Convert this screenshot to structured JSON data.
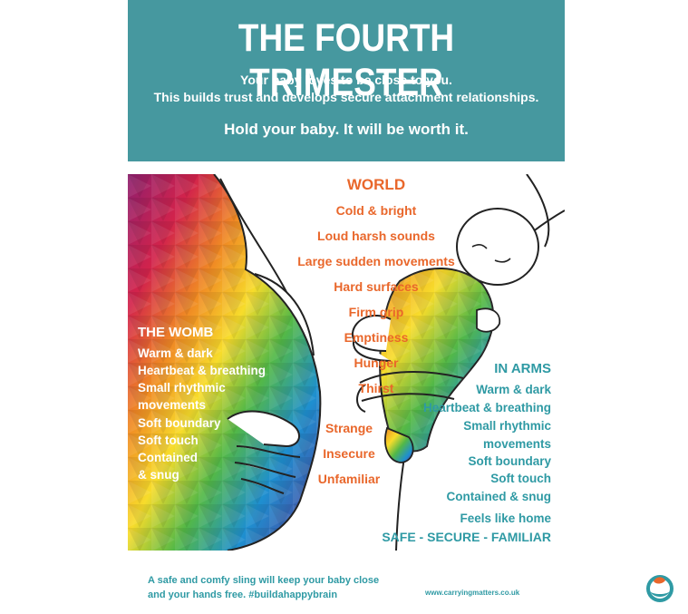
{
  "header": {
    "title": "THE FOURTH TRIMESTER",
    "subtitle_line1": "Your baby loves to be close to you.",
    "subtitle_line2": "This builds trust and develops secure attachment relationships.",
    "tagline": "Hold your baby.  It will be worth it."
  },
  "world": {
    "title": "WORLD",
    "items": [
      "Cold & bright",
      "Loud harsh sounds",
      "Large sudden movements",
      "Hard surfaces",
      "Firm grip",
      "Emptiness",
      "Hunger",
      "Thirst",
      "Strange",
      "Insecure",
      "Unfamiliar"
    ]
  },
  "womb": {
    "title": "THE WOMB",
    "items": [
      "Warm & dark",
      "Heartbeat &  breathing",
      "Small rhythmic",
      "movements",
      "Soft boundary",
      "Soft touch",
      "Contained",
      "& snug"
    ]
  },
  "arms": {
    "title": "IN ARMS",
    "items": [
      "Warm & dark",
      "Heartbeat & breathing",
      "Small rhythmic",
      "movements",
      "Soft boundary",
      "Soft touch",
      "Contained & snug"
    ],
    "home": "Feels like home",
    "safe": "SAFE - SECURE - FAMILIAR"
  },
  "footer": {
    "note_line1": "A safe and comfy sling will keep your baby close",
    "note_line2": "and your hands free.   #buildahappybrain",
    "url": "www.carryingmatters.co.uk"
  },
  "colors": {
    "header_bg": "#46989f",
    "world_text": "#e9672b",
    "arms_text": "#2f9aa4",
    "womb_text": "#ffffff"
  },
  "icons": {
    "logo": "carrying-matters-logo-icon",
    "illustration": "mother-and-baby-illustration"
  }
}
